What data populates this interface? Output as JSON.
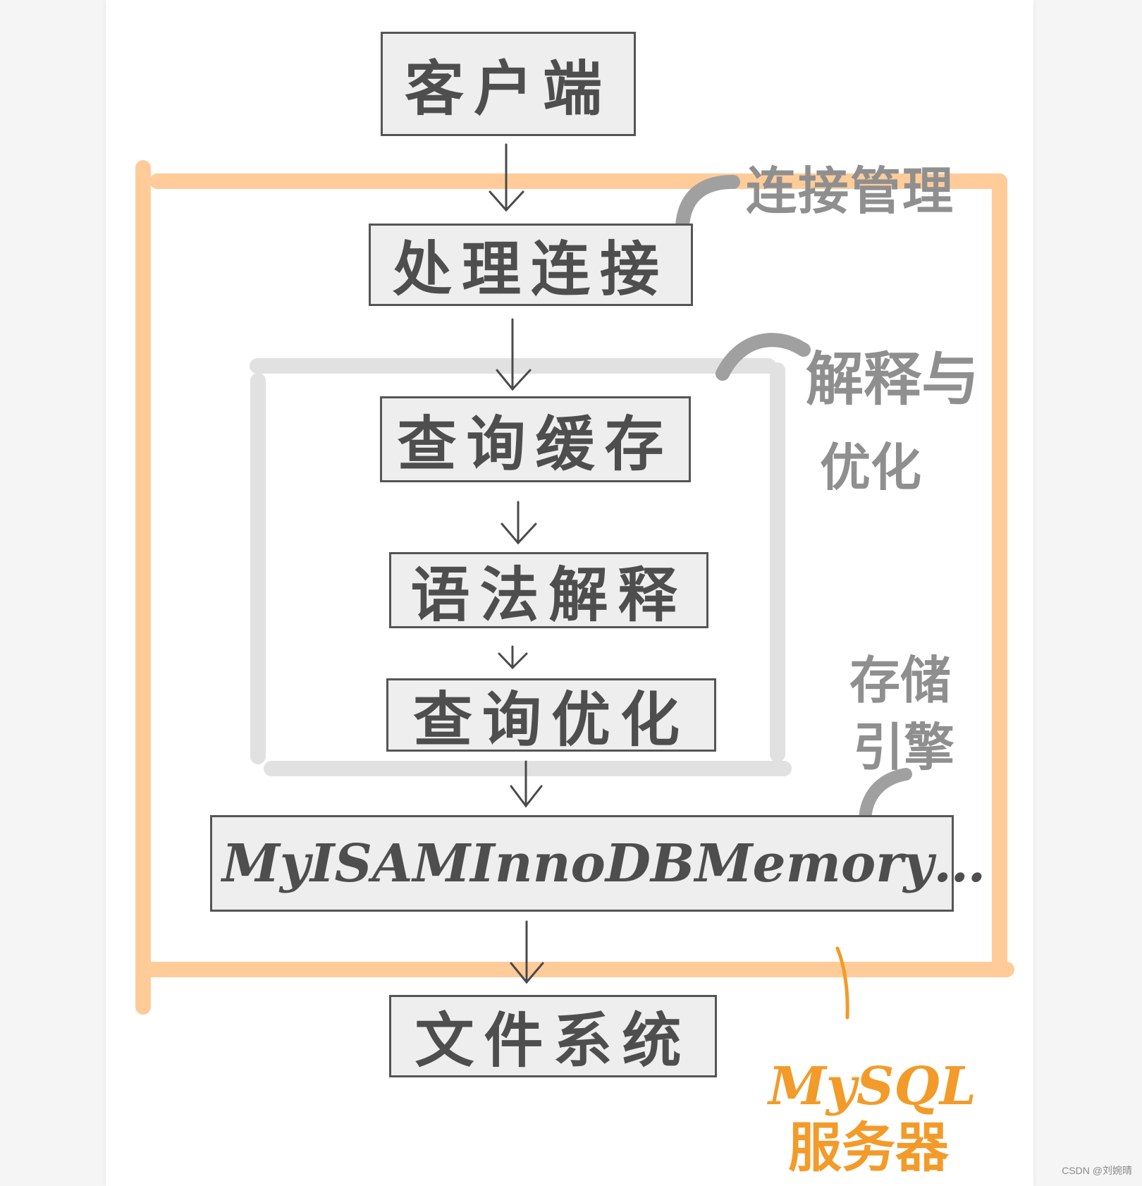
{
  "diagram": {
    "nodes": {
      "client": "客户端",
      "connection_handling": "处理连接",
      "query_cache": "查询缓存",
      "parser": "语法解释",
      "optimizer": "查询优化",
      "storage_engines": [
        "MyISAM",
        "InnoDB",
        "Memory",
        "…"
      ],
      "file_system": "文件系统"
    },
    "group_labels": {
      "connection_management": "连接管理",
      "parse_and_optimize_line1": "解释与",
      "parse_and_optimize_line2": "优化",
      "storage_engine_line1": "存储",
      "storage_engine_line2": "引擎",
      "mysql_server_line1": "MySQL",
      "mysql_server_line2": "服务器"
    },
    "colors": {
      "server_frame": "#ffcc99",
      "parse_frame": "#e1e1e1",
      "box_fill": "#eeeeee",
      "box_border": "#555555",
      "annotation_gray": "#8f8f8f",
      "annotation_orange": "#f29b2a"
    }
  },
  "watermark": "CSDN @刘婉晴"
}
